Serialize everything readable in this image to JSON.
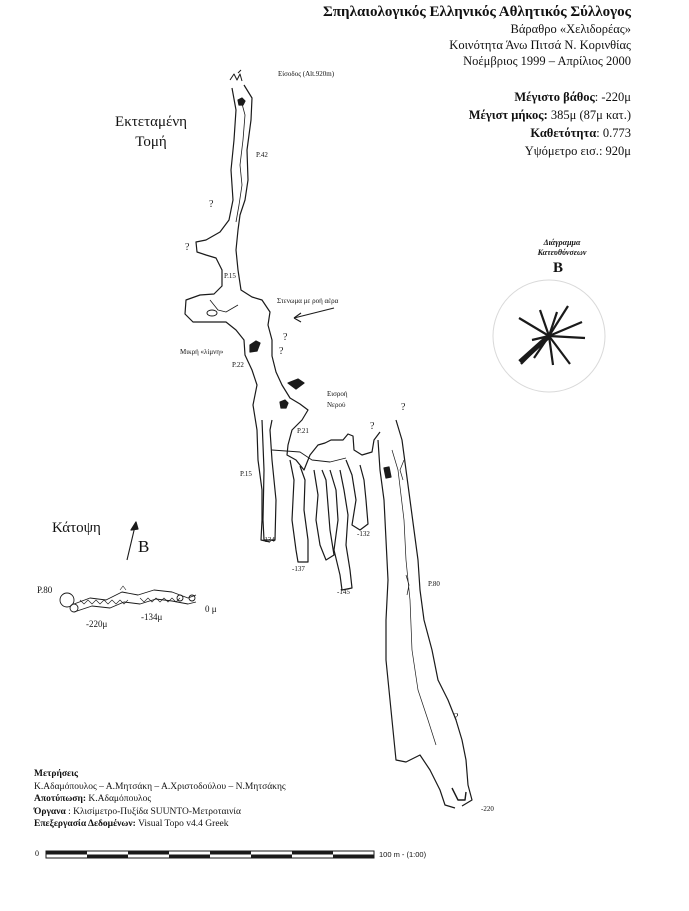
{
  "header": {
    "title": "Σπηλαιολογικός Ελληνικός Αθλητικός Σύλλογος",
    "cave_name": "Βάραθρο «Χελιδορέας»",
    "location": "Κοινότητα Άνω Πιτσά Ν. Κορινθίας",
    "dates": "Νοέμβριος 1999 – Απρίλιος 2000"
  },
  "stats": {
    "max_depth_label": "Μέγιστο βάθος",
    "max_depth_value": ": -220μ",
    "max_length_label": "Μέγιστ μήκος:",
    "max_length_value": " 385μ (87μ κατ.)",
    "verticality_label": "Καθετότητα",
    "verticality_value": ": 0.773",
    "altitude_label": "Υψόμετρο εισ.",
    "altitude_value": ": 920μ"
  },
  "section_title_line1": "Εκτεταμένη",
  "section_title_line2": "Τομή",
  "plan_title": "Κάτοψη",
  "north_letter": "B",
  "compass": {
    "title_line1": "Διάγραμμα",
    "title_line2": "Κατευθύνσεων",
    "north_letter": "B"
  },
  "labels": {
    "entrance": "Είσοδος (Alt.920m)",
    "p42": "P.42",
    "p15_top": "P.15",
    "airflow": "Στενωμα με ροή αέρα",
    "small_lake": "Μικρή «λίμνη»",
    "p22": "P.22",
    "water_inflow_1": "Εισροή",
    "water_inflow_2": "Νερού",
    "p21": "P.21",
    "p15_low": "P.15",
    "d134": "-134",
    "d137": "-137",
    "d145": "-145",
    "d132": "-132",
    "p80_section": "P.80",
    "d220": "-220"
  },
  "plan_labels": {
    "p80": "P.80",
    "d220": "-220μ",
    "d134": "-134μ",
    "zero": "0 μ"
  },
  "credits": {
    "measurements_label": "Μετρήσεις",
    "measurements_names": "Κ.Αδαμόπουλος – Α.Μητσάκη – Α.Χριστοδούλου – Ν.Μητσάκης",
    "drawing_label": "Αποτύπωση:",
    "drawing_value": " Κ.Αδαμόπουλος",
    "instruments_label": "Όργανα",
    "instruments_value": " : Κλισίμετρο-Πυξίδα SUUNTO-Μετροταινία",
    "processing_label": "Επεξεργασία Δεδομένων:",
    "processing_value": " Visual Topo  v4.4 Greek"
  },
  "scale": {
    "start": "0",
    "end": "100 m - (1:00)"
  }
}
